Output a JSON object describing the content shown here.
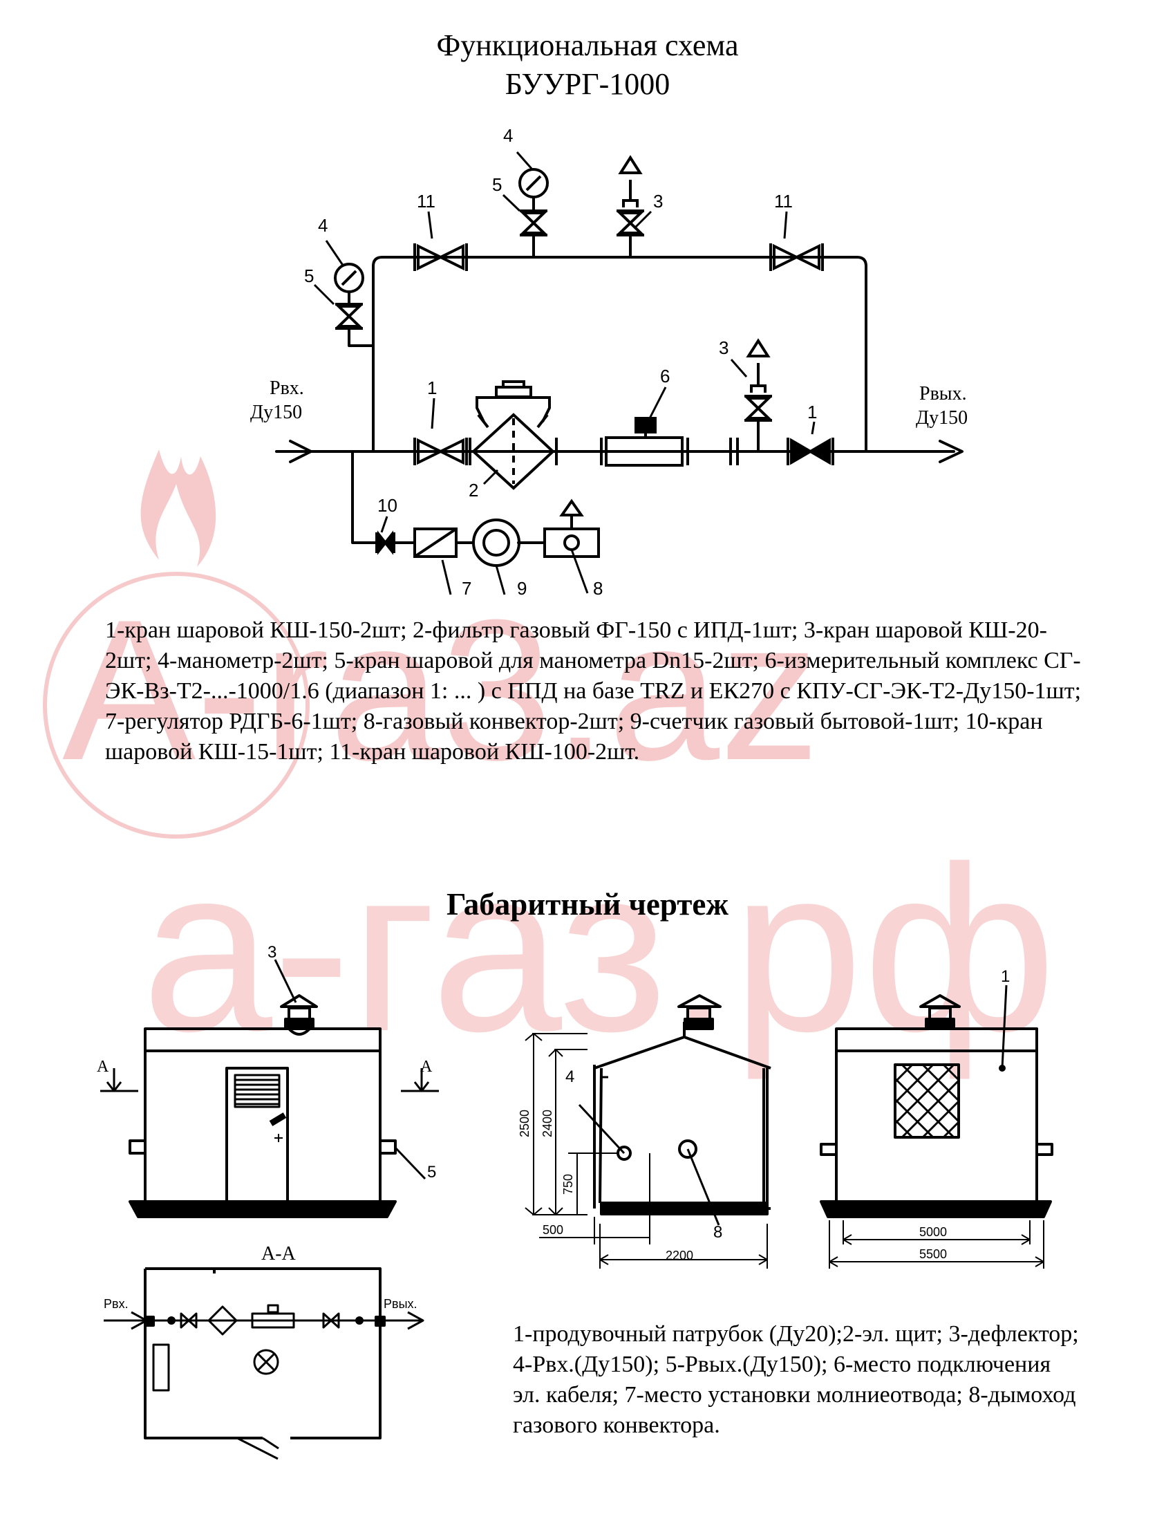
{
  "watermark": {
    "logo_text": "A-ra3.az",
    "site_text": "а-газ.рф",
    "color": "#f4c4c4"
  },
  "titles": {
    "line1": "Функциональная схема",
    "line2": "БУУРГ-1000",
    "dims_title": "Габаритный чертеж"
  },
  "scheme": {
    "inlet_pressure": "Рвх.",
    "inlet_size": "Ду150",
    "outlet_pressure": "Рвых.",
    "outlet_size": "Ду150",
    "callouts": [
      "1",
      "1",
      "2",
      "3",
      "3",
      "4",
      "4",
      "5",
      "5",
      "6",
      "7",
      "8",
      "9",
      "10",
      "11",
      "11"
    ]
  },
  "legend_scheme": "1-кран шаровой КШ-150-2шт; 2-фильтр газовый ФГ-150 с ИПД-1шт; 3-кран шаровой КШ-20-2шт; 4-манометр-2шт; 5-кран шаровой для манометра Dn15-2шт; 6-измерительный комплекс СГ-ЭК-Вз-Т2-...-1000/1.6 (диапазон 1: ... ) с ППД на базе TRZ и ЕК270 с КПУ-СГ-ЭК-Т2-Ду150-1шт; 7-регулятор РДГБ-6-1шт; 8-газовый конвектор-2шт; 9-счетчик газовый бытовой-1шт; 10-кран шаровой КШ-15-1шт; 11-кран шаровой КШ-100-2шт.",
  "drawing": {
    "section_label": "А-А",
    "section_mark": "А",
    "plan_inlet": "Рвх.",
    "plan_outlet": "Рвых.",
    "callouts": {
      "deflector": "3",
      "inlet": "4",
      "outlet": "5",
      "chimney": "8",
      "purge": "1"
    },
    "dims": {
      "height_total": "2500",
      "height_body": "2400",
      "inlet_height": "750",
      "inlet_offset": "500",
      "width_side": "2200",
      "length_inner": "5000",
      "length_outer": "5500"
    }
  },
  "legend_drawing": "1-продувочный патрубок (Ду20);2-эл. щит; 3-дефлектор; 4-Рвх.(Ду150); 5-Рвых.(Ду150); 6-место подключения эл. кабеля; 7-место установки молниеотвода; 8-дымоход газового конвектора."
}
